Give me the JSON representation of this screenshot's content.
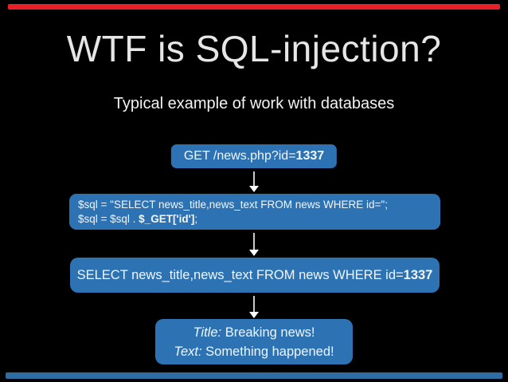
{
  "slide": {
    "title": "WTF is SQL-injection?",
    "subtitle": "Typical example of work with databases"
  },
  "colors": {
    "background": "#000000",
    "box_blue": "#2d73b4",
    "top_bar_red": "#e81e29",
    "bottom_bar_blue": "#2d6da3",
    "box_text": "#f0f5fa",
    "title_text": "#e6e6e6"
  },
  "diagram": {
    "request_box": {
      "text": "GET /news.php?id=",
      "bold": "1337"
    },
    "code_box": {
      "line1": "$sql = \"SELECT news_title,news_text FROM news WHERE id=\";",
      "line2_prefix": "$sql = $sql . ",
      "line2_bold": "$_GET['id']",
      "line2_suffix": ";"
    },
    "query_box": {
      "text": "SELECT news_title,news_text FROM news WHERE id=",
      "bold": "1337"
    },
    "result_box": {
      "line1_label": "Title:",
      "line1_text": " Breaking news!",
      "line2_label": "Text:",
      "line2_text": " Something happened!"
    }
  }
}
